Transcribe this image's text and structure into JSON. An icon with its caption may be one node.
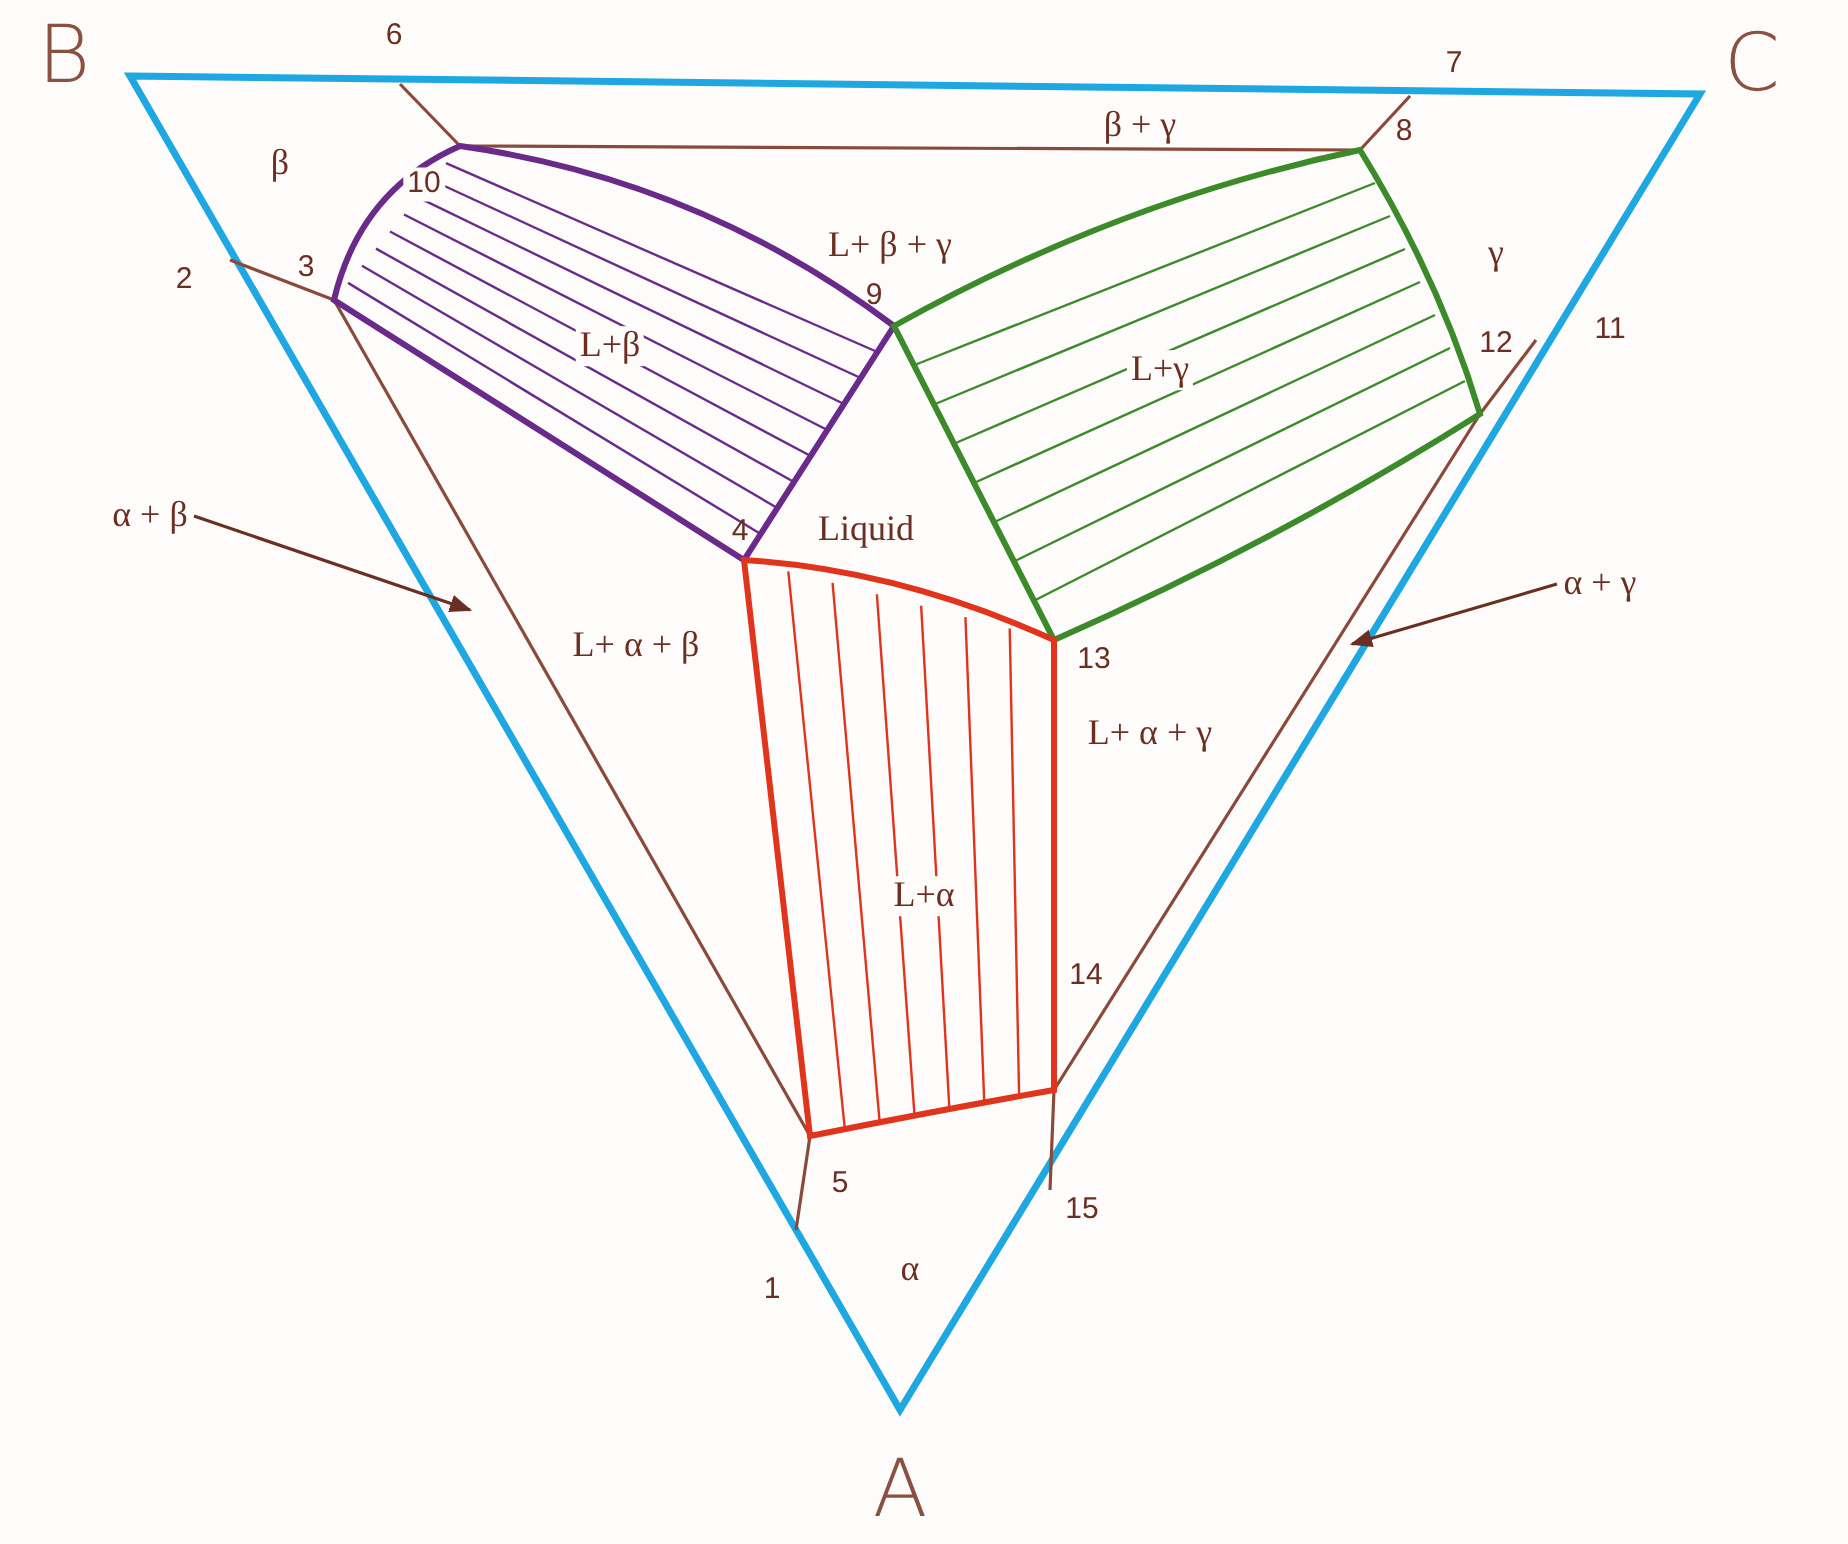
{
  "diagram": {
    "nodes": [
      {
        "text": [
          "α + β"
        ]
      },
      {
        "text": [
          "α + γ"
        ]
      }
    ],
    "edges": [
      {
        "from": 0,
        "to": null,
        "arrow": "to"
      },
      {
        "from": 1,
        "to": null,
        "arrow": "to"
      }
    ],
    "labels": [
      "B",
      "6",
      "7",
      "C",
      "β",
      "10",
      "β + γ",
      "8",
      "γ",
      "L+ β + γ",
      "2",
      "3",
      "9",
      "L+β",
      "L+γ",
      "12",
      "11",
      "Liquid",
      "4",
      "L+ α + β",
      "13",
      "L+ α + γ",
      "L+α",
      "14",
      "5",
      "15",
      "1",
      "α",
      "A"
    ]
  }
}
